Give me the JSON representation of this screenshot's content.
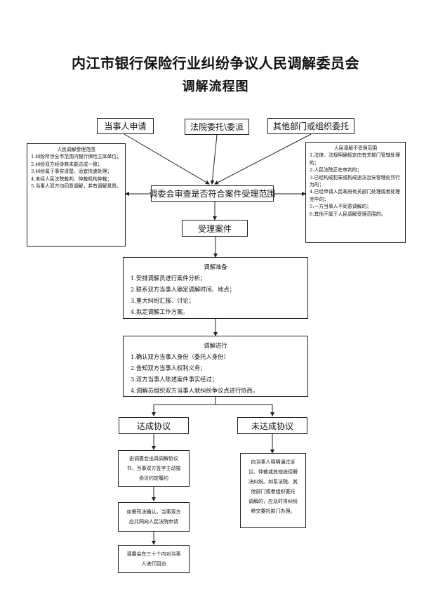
{
  "title": "内江市银行保险行业纠纷争议人民调解委员会",
  "subtitle": "调解流程图",
  "sources": {
    "apply": "当事人申请",
    "court": "法院委托\\委派",
    "other": "其他部门或组织委托"
  },
  "review": "调委会审查是否符合案件受理范围",
  "accepted": "受理案件",
  "accept_scope": {
    "heading": "人民调解受理范围",
    "items": [
      "1.纠纷所涉全市范围内银行保险主体单位；",
      "2.纠纷双方经协商未能达成一致；",
      "3.纠纷属于事实清楚、适宜快速处理；",
      "4.未经人民法院裁判、仲裁机构仲裁；",
      "5.当事人双方均同意调解，并有调解意愿。"
    ]
  },
  "reject_scope": {
    "heading": "人民调解不受理范围",
    "items": [
      "1.法律、法规明确规定由有关部门管辖处理的；",
      "2.人民法院正在审判的；",
      "3.已经构成犯罪或构成违法治安管理处罚行为的；",
      "4.已经申请人民政府有关部门处理或者处理完毕的；",
      "5.一方当事人不同意调解的；",
      "6.其他不属于人民调解受理范围的。"
    ]
  },
  "prepare": {
    "heading": "调解准备",
    "items": [
      "1.安排调解员进行案件分析；",
      "2.联系双方当事人确定调解时间、地点；",
      "3.重大纠纷汇报、讨论；",
      "4.拟定调解工作方案。"
    ]
  },
  "proceed": {
    "heading": "调解进行",
    "items": [
      "1.确认双方当事人身份（委托人身份）",
      "2.告知双方当事人权利义务；",
      "3.双方当事人陈述案件事实经过；",
      "4.调解员组织双方当事人就纠纷争议点进行协商。"
    ]
  },
  "agreed": "达成协议",
  "not_agreed": "未达成协议",
  "agreed_steps": [
    [
      "由调委会出具调解协议",
      "书，当事双方签字主动按",
      "协议约定履约"
    ],
    [
      "如需司法确认，当事双方",
      "应共同向人民法院申请"
    ],
    [
      "调委会在三十个内对当事",
      "人进行回访"
    ]
  ],
  "not_agreed_note": [
    "向当事人释明通过诉",
    "讼、仲裁或其他途径解",
    "决纠纷。如系法院、其",
    "他部门或者组织委托",
    "调解的，应及时将纠纷",
    "移交委托部门办理。"
  ]
}
